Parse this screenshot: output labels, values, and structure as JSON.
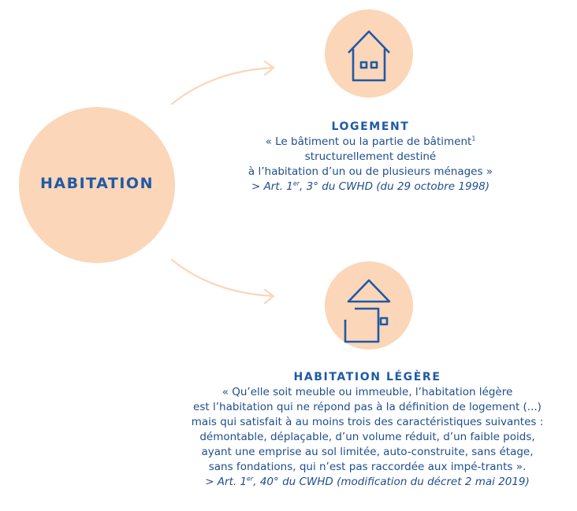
{
  "center": {
    "label": "HABITATION"
  },
  "logement": {
    "heading": "LOGEMENT",
    "line1": "« Le bâtiment ou la partie de bâtiment",
    "line1_sup": "1",
    "line2": "structurellement destiné",
    "line3": "à l’habitation d’un ou de plusieurs ménages »",
    "ref_a": "> Art. 1",
    "ref_sup": "er",
    "ref_b": ", 3° du CWHD (du 29 octobre 1998)"
  },
  "legere": {
    "heading": "HABITATION LÉGÈRE",
    "lines": [
      "« Qu’elle soit meuble ou immeuble, l’habitation légère",
      "est l’habitation qui ne répond pas à la définition de logement (...)",
      "mais qui satisfait à au moins trois des caractéristiques suivantes :",
      "démontable, déplaçable, d’un volume réduit, d’un faible poids,",
      "ayant une emprise au sol limitée, auto-construite, sans étage,",
      "sans fondations, qui n’est pas raccordée aux impé-trants »."
    ],
    "ref_a": "> Art. 1",
    "ref_sup": "er",
    "ref_b": ", 40° du CWHD (modification du décret 2 mai 2019)"
  },
  "icons": [
    "house-icon",
    "light-dwelling-icon",
    "arrow-icon"
  ],
  "colors": {
    "circle": "#fbd6b8",
    "text": "#1f4d8c",
    "icon": "#1f5aa6"
  }
}
